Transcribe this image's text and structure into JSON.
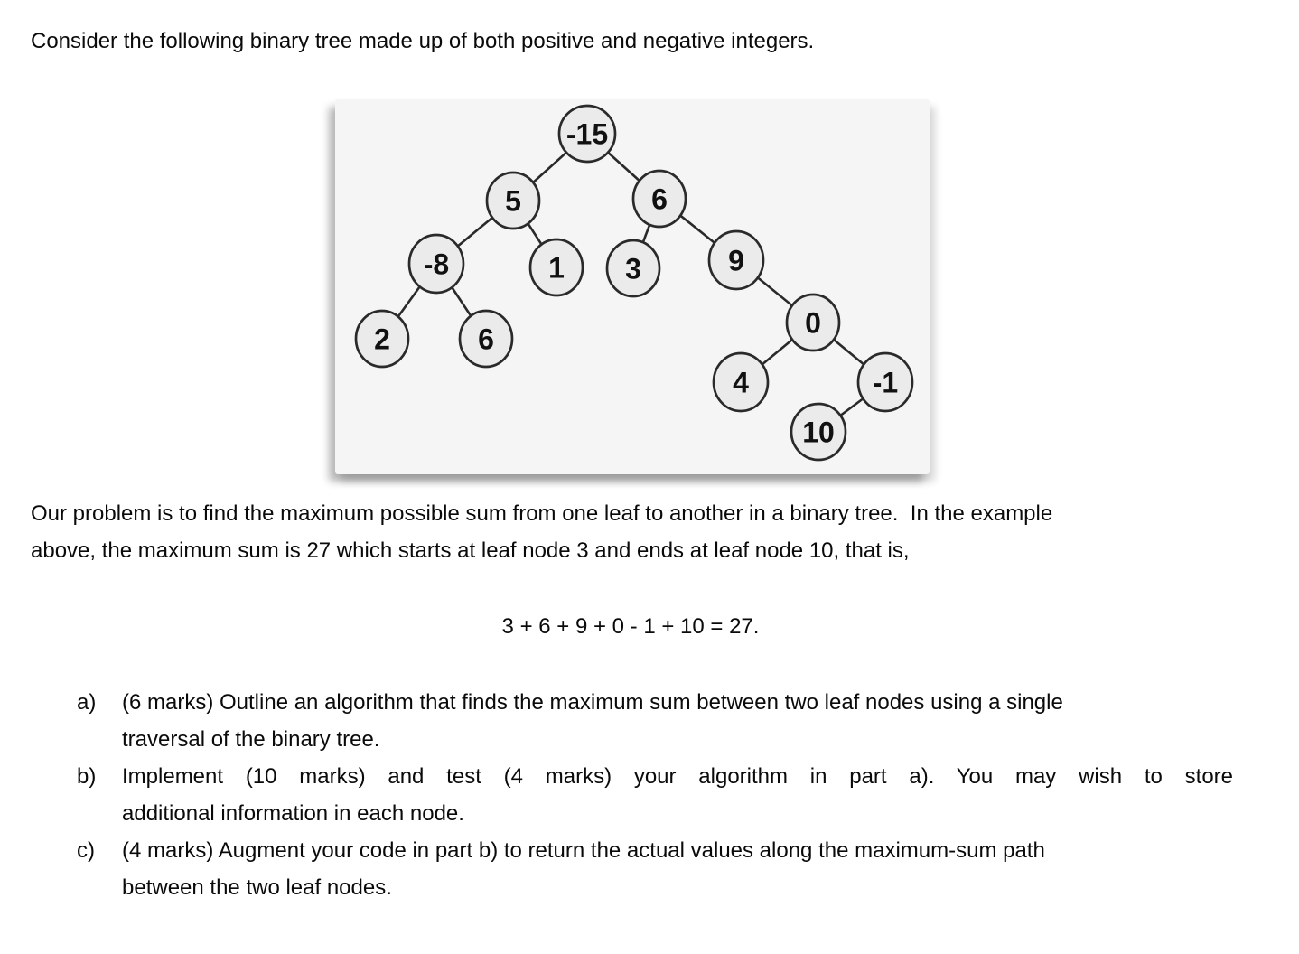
{
  "page": {
    "intro": "Consider the following binary tree made up of both positive and negative integers.",
    "problem_paragraph": {
      "lines": [
        "Our problem is to find the maximum possible sum from one leaf to another in a binary tree.  In the example",
        "above, the maximum sum is 27 which starts at leaf node 3 and ends at leaf node 10, that is,"
      ]
    },
    "equation": "3 + 6 + 9 + 0 - 1 + 10 = 27.",
    "max_sum": "27",
    "start_leaf": "3",
    "end_leaf": "10",
    "tasks": [
      {
        "marker": "a)",
        "lines": [
          "(6 marks) Outline an algorithm that finds the maximum sum between two leaf nodes using a single",
          "traversal of the binary tree."
        ]
      },
      {
        "marker": "b)",
        "lines": [
          "Implement (10 marks) and test (4 marks) your algorithm in part a).  You may wish to store",
          "additional information in each node."
        ]
      },
      {
        "marker": "c)",
        "lines": [
          "(4 marks) Augment your code in part b) to return the actual values along the maximum-sum path",
          "between the two leaf nodes."
        ]
      }
    ]
  },
  "diagram": {
    "type": "binary-tree",
    "nodes": [
      {
        "id": "n-15",
        "value": "-15"
      },
      {
        "id": "n5",
        "value": "5"
      },
      {
        "id": "n6",
        "value": "6"
      },
      {
        "id": "n-8",
        "value": "-8"
      },
      {
        "id": "n1",
        "value": "1"
      },
      {
        "id": "n3",
        "value": "3"
      },
      {
        "id": "n9",
        "value": "9"
      },
      {
        "id": "n2",
        "value": "2"
      },
      {
        "id": "n6b",
        "value": "6"
      },
      {
        "id": "n0",
        "value": "0"
      },
      {
        "id": "n4",
        "value": "4"
      },
      {
        "id": "n-1",
        "value": "-1"
      },
      {
        "id": "n10",
        "value": "10"
      }
    ],
    "edges": [
      {
        "from": "n-15",
        "to": "n5",
        "side": "left"
      },
      {
        "from": "n-15",
        "to": "n6",
        "side": "right"
      },
      {
        "from": "n5",
        "to": "n-8",
        "side": "left"
      },
      {
        "from": "n5",
        "to": "n1",
        "side": "right"
      },
      {
        "from": "n6",
        "to": "n3",
        "side": "left"
      },
      {
        "from": "n6",
        "to": "n9",
        "side": "right"
      },
      {
        "from": "n-8",
        "to": "n2",
        "side": "left"
      },
      {
        "from": "n-8",
        "to": "n6b",
        "side": "right"
      },
      {
        "from": "n9",
        "to": "n0",
        "side": "right"
      },
      {
        "from": "n0",
        "to": "n4",
        "side": "left"
      },
      {
        "from": "n0",
        "to": "n-1",
        "side": "right"
      },
      {
        "from": "n-1",
        "to": "n10",
        "side": "left"
      }
    ],
    "colors": {
      "panel_bg": "#f5f5f6",
      "node_fill": "#ebebeb",
      "node_border": "#2a2a2a",
      "edge": "#2a2a2a",
      "text": "#111111"
    }
  }
}
